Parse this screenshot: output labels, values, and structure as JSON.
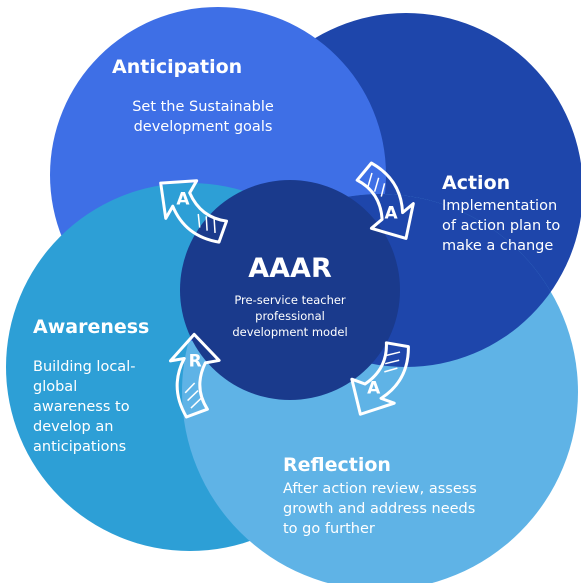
{
  "center": {
    "title": "AAAR",
    "subtitle_lines": [
      "Pre-service teacher",
      "professional",
      "development model"
    ]
  },
  "stages": {
    "anticipation": {
      "title": "Anticipation",
      "desc_lines": [
        "Set the Sustainable",
        "development goals"
      ],
      "color": "#3e6fe6"
    },
    "action": {
      "title": "Action",
      "desc_lines": [
        "Implementation",
        "of action plan to",
        "make a change"
      ],
      "color": "#1e46ab"
    },
    "awareness": {
      "title": "Awareness",
      "desc_lines": [
        "Building local-",
        "global",
        "awareness to",
        "develop an",
        "anticipations"
      ],
      "color": "#2d9fd6"
    },
    "reflection": {
      "title": "Reflection",
      "desc_lines": [
        "After action review, assess",
        "growth and address needs",
        "to go further"
      ],
      "color": "#5fb3e6"
    }
  },
  "arrows": [
    {
      "letter": "A",
      "icon": "curved-arrow-icon"
    },
    {
      "letter": "A",
      "icon": "curved-arrow-icon"
    },
    {
      "letter": "A",
      "icon": "curved-arrow-icon"
    },
    {
      "letter": "R",
      "icon": "curved-arrow-icon"
    }
  ],
  "colors": {
    "center": "#1a3a8c",
    "text": "#ffffff",
    "arrow_stroke": "#ffffff"
  }
}
